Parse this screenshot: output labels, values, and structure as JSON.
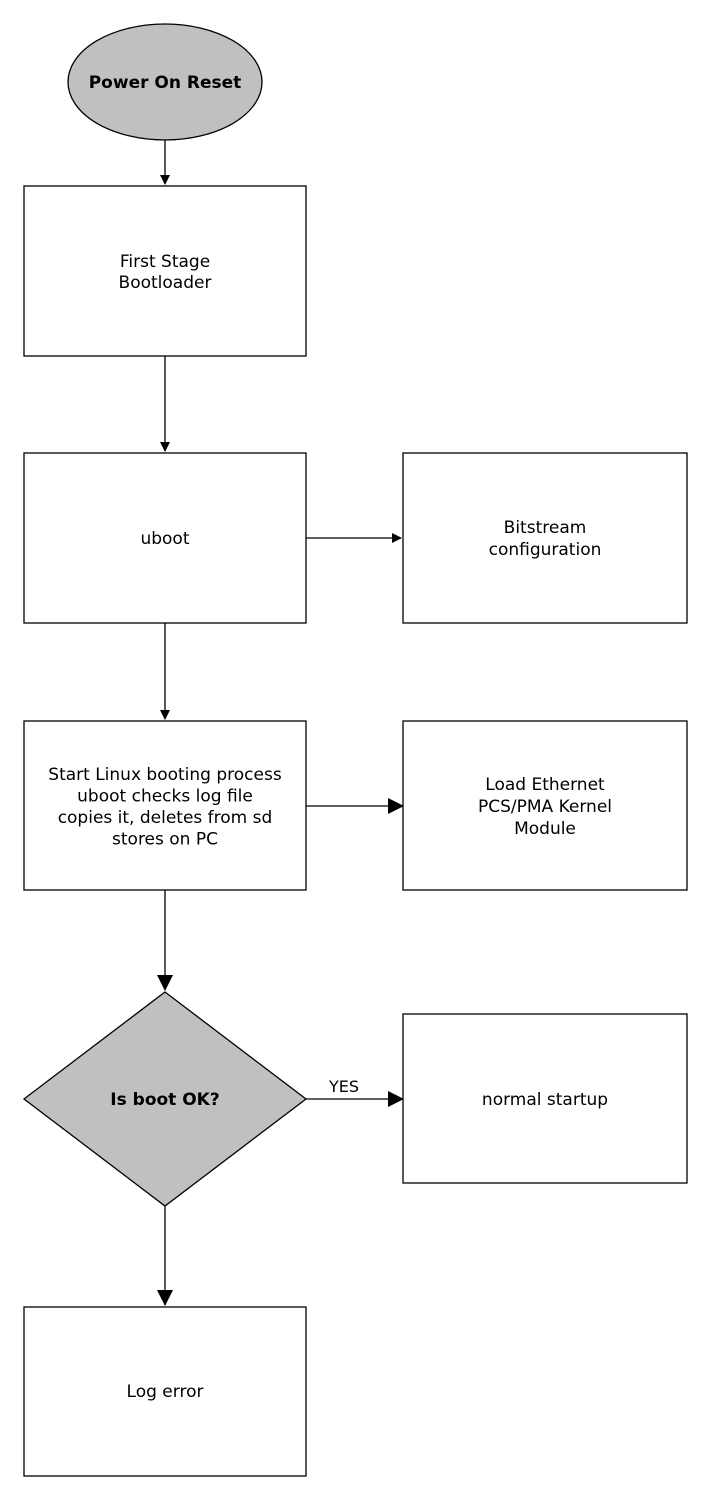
{
  "colors": {
    "decision_fill": "#c0c0c0",
    "terminal_fill": "#c0c0c0",
    "process_fill": "#ffffff",
    "stroke": "#000000"
  },
  "nodes": {
    "power_on_reset": {
      "lines": [
        "Power On Reset"
      ]
    },
    "first_stage_bootloader": {
      "lines": [
        "First Stage",
        "Bootloader"
      ]
    },
    "uboot": {
      "lines": [
        "uboot"
      ]
    },
    "bitstream_configuration": {
      "lines": [
        "Bitstream",
        "configuration"
      ]
    },
    "start_linux": {
      "lines": [
        "Start Linux booting process",
        "uboot checks log file",
        "copies it, deletes from sd",
        "stores on PC"
      ]
    },
    "load_ethernet": {
      "lines": [
        "Load Ethernet",
        "PCS/PMA Kernel",
        "Module"
      ]
    },
    "is_boot_ok": {
      "lines": [
        "Is boot OK?"
      ]
    },
    "normal_startup": {
      "lines": [
        "normal startup"
      ]
    },
    "log_error": {
      "lines": [
        "Log error"
      ]
    }
  },
  "edges": {
    "yes_label": "YES"
  }
}
